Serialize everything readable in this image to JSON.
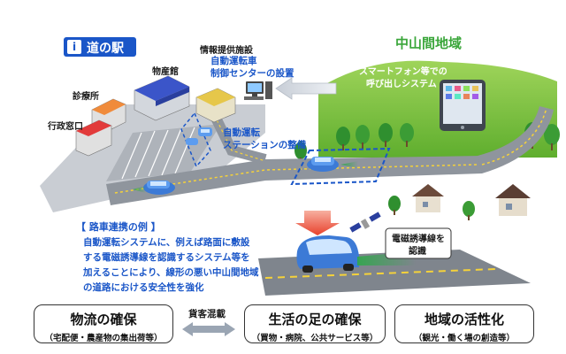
{
  "michinoeki": {
    "label": "道の駅"
  },
  "mountain_area": {
    "label": "中山間地域"
  },
  "facilities": {
    "info": "情報提供施設",
    "shop": "物産館",
    "clinic": "診療所",
    "admin": "行政窓口"
  },
  "control_center": {
    "line1": "自動運転車",
    "line2": "制御センターの設置"
  },
  "station": {
    "line1": "自動運転",
    "line2": "ステーションの整備"
  },
  "smartphone": {
    "line1": "スマートフォン等での",
    "line2": "呼び出しシステム"
  },
  "induction_label": {
    "line1": "電磁誘導線を",
    "line2": "認識"
  },
  "example": {
    "title": "【 路車連携の例 】",
    "lines": [
      "自動運転システムに、例えば路面に敷設",
      "する電磁誘導線を認識するシステム等を",
      "加えることにより、線形の悪い中山間地域",
      "の道路における安全性を強化"
    ]
  },
  "mixed_label": "貨客混載",
  "boxes": [
    {
      "main": "物流の確保",
      "sub": "（宅配便・農産物の集出荷等）"
    },
    {
      "main": "生活の足の確保",
      "sub": "（買物・病院、公共サービス等）"
    },
    {
      "main": "地域の活性化",
      "sub": "（観光・働く場の創造等）"
    }
  ],
  "colors": {
    "accent_blue": "#1a56c8",
    "green": "#3aa63a",
    "arrow_red": "#e8412c"
  }
}
